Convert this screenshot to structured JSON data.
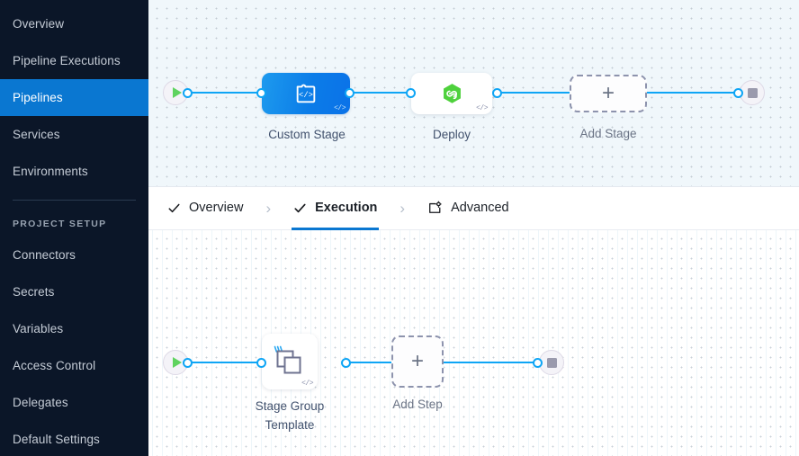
{
  "sidebar": {
    "items": [
      {
        "label": "Overview",
        "active": false
      },
      {
        "label": "Pipeline Executions",
        "active": false
      },
      {
        "label": "Pipelines",
        "active": true
      },
      {
        "label": "Services",
        "active": false
      },
      {
        "label": "Environments",
        "active": false
      }
    ],
    "section_label": "PROJECT SETUP",
    "setup_items": [
      {
        "label": "Connectors"
      },
      {
        "label": "Secrets"
      },
      {
        "label": "Variables"
      },
      {
        "label": "Access Control"
      },
      {
        "label": "Delegates"
      },
      {
        "label": "Default Settings"
      }
    ],
    "active_color": "#0a77d1",
    "background_color": "#0b1628"
  },
  "tabs": {
    "items": [
      {
        "label": "Overview",
        "icon": "check-icon",
        "active": false,
        "completed": true
      },
      {
        "label": "Execution",
        "icon": "check-icon",
        "active": true,
        "completed": true
      },
      {
        "label": "Advanced",
        "icon": "advanced-gear-icon",
        "active": false,
        "completed": false
      }
    ],
    "separator": "›",
    "active_underline_color": "#0a77d1"
  },
  "stage_canvas": {
    "start_node": {
      "icon": "play-icon"
    },
    "end_node": {
      "icon": "stop-icon"
    },
    "nodes": [
      {
        "label": "Custom Stage",
        "icon": "custom-stage-icon",
        "type": "custom",
        "badge": "</>"
      },
      {
        "label": "Deploy",
        "icon": "deploy-harness-icon",
        "type": "deploy",
        "badge": "</>"
      }
    ],
    "add_node": {
      "label": "Add Stage",
      "icon": "plus-icon"
    },
    "edge_color": "#0ea5f5",
    "node_accent": "#0b7ce8"
  },
  "step_canvas": {
    "start_node": {
      "icon": "play-icon"
    },
    "end_node": {
      "icon": "stop-icon"
    },
    "nodes": [
      {
        "label": "Stage Group\nTemplate",
        "icon": "template-stack-icon",
        "badge": "</>"
      }
    ],
    "add_node": {
      "label": "Add Step",
      "icon": "plus-icon"
    },
    "edge_color": "#0ea5f5"
  }
}
